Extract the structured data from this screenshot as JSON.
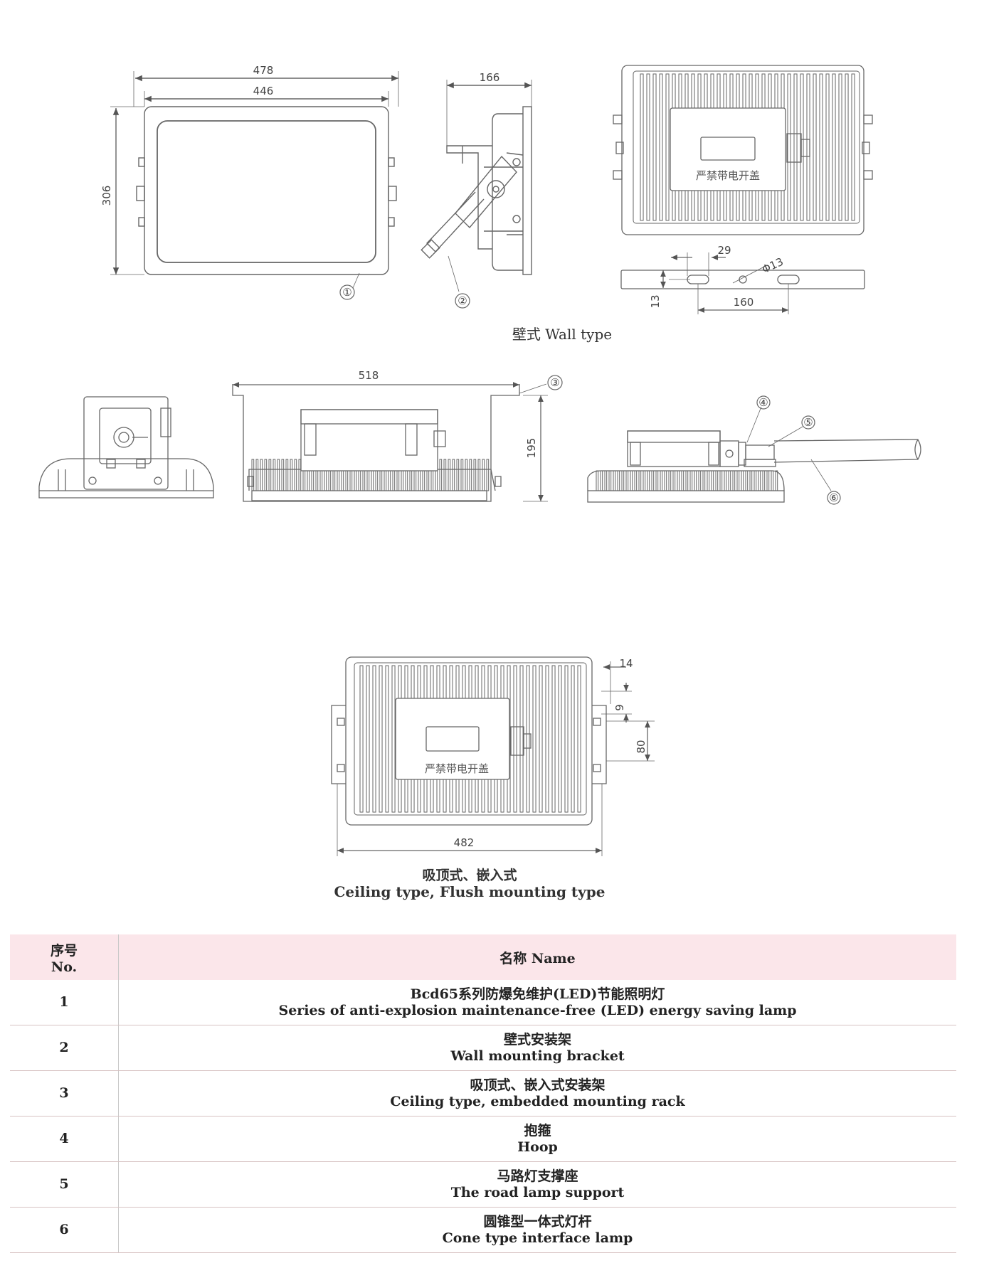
{
  "wall_view": {
    "dims": {
      "overall_width": "478",
      "inner_width": "446",
      "height": "306",
      "depth": "166"
    },
    "callouts": [
      "①",
      "②"
    ],
    "lamp_label": "严禁带电开盖",
    "mount_dims": {
      "d1": "29",
      "d2": "Φ13",
      "d3": "13",
      "d4": "160"
    },
    "caption": "壁式  Wall type"
  },
  "side_views": {
    "dims": {
      "width": "518",
      "height": "195"
    },
    "callouts": [
      "③",
      "④",
      "⑤",
      "⑥"
    ]
  },
  "ceiling_view": {
    "lamp_label": "严禁带电开盖",
    "dims": {
      "d1": "14",
      "d2": "9",
      "d3": "80",
      "width": "482"
    },
    "caption_cn": "吸顶式、嵌入式",
    "caption_en": "Ceiling type, Flush mounting type"
  },
  "parts_table": {
    "header_no_cn": "序号",
    "header_no_en": "No.",
    "header_name": "名称 Name",
    "rows": [
      {
        "no": "1",
        "cn": "Bcd65系列防爆免维护(LED)节能照明灯",
        "en": "Series of anti-explosion maintenance-free (LED) energy saving lamp"
      },
      {
        "no": "2",
        "cn": "壁式安装架",
        "en": "Wall mounting bracket"
      },
      {
        "no": "3",
        "cn": "吸顶式、嵌入式安装架",
        "en": "Ceiling type, embedded mounting rack"
      },
      {
        "no": "4",
        "cn": "抱箍",
        "en": "Hoop"
      },
      {
        "no": "5",
        "cn": "马路灯支撑座",
        "en": "The road lamp support"
      },
      {
        "no": "6",
        "cn": "圆锥型一体式灯杆",
        "en": "Cone type interface lamp"
      }
    ]
  }
}
